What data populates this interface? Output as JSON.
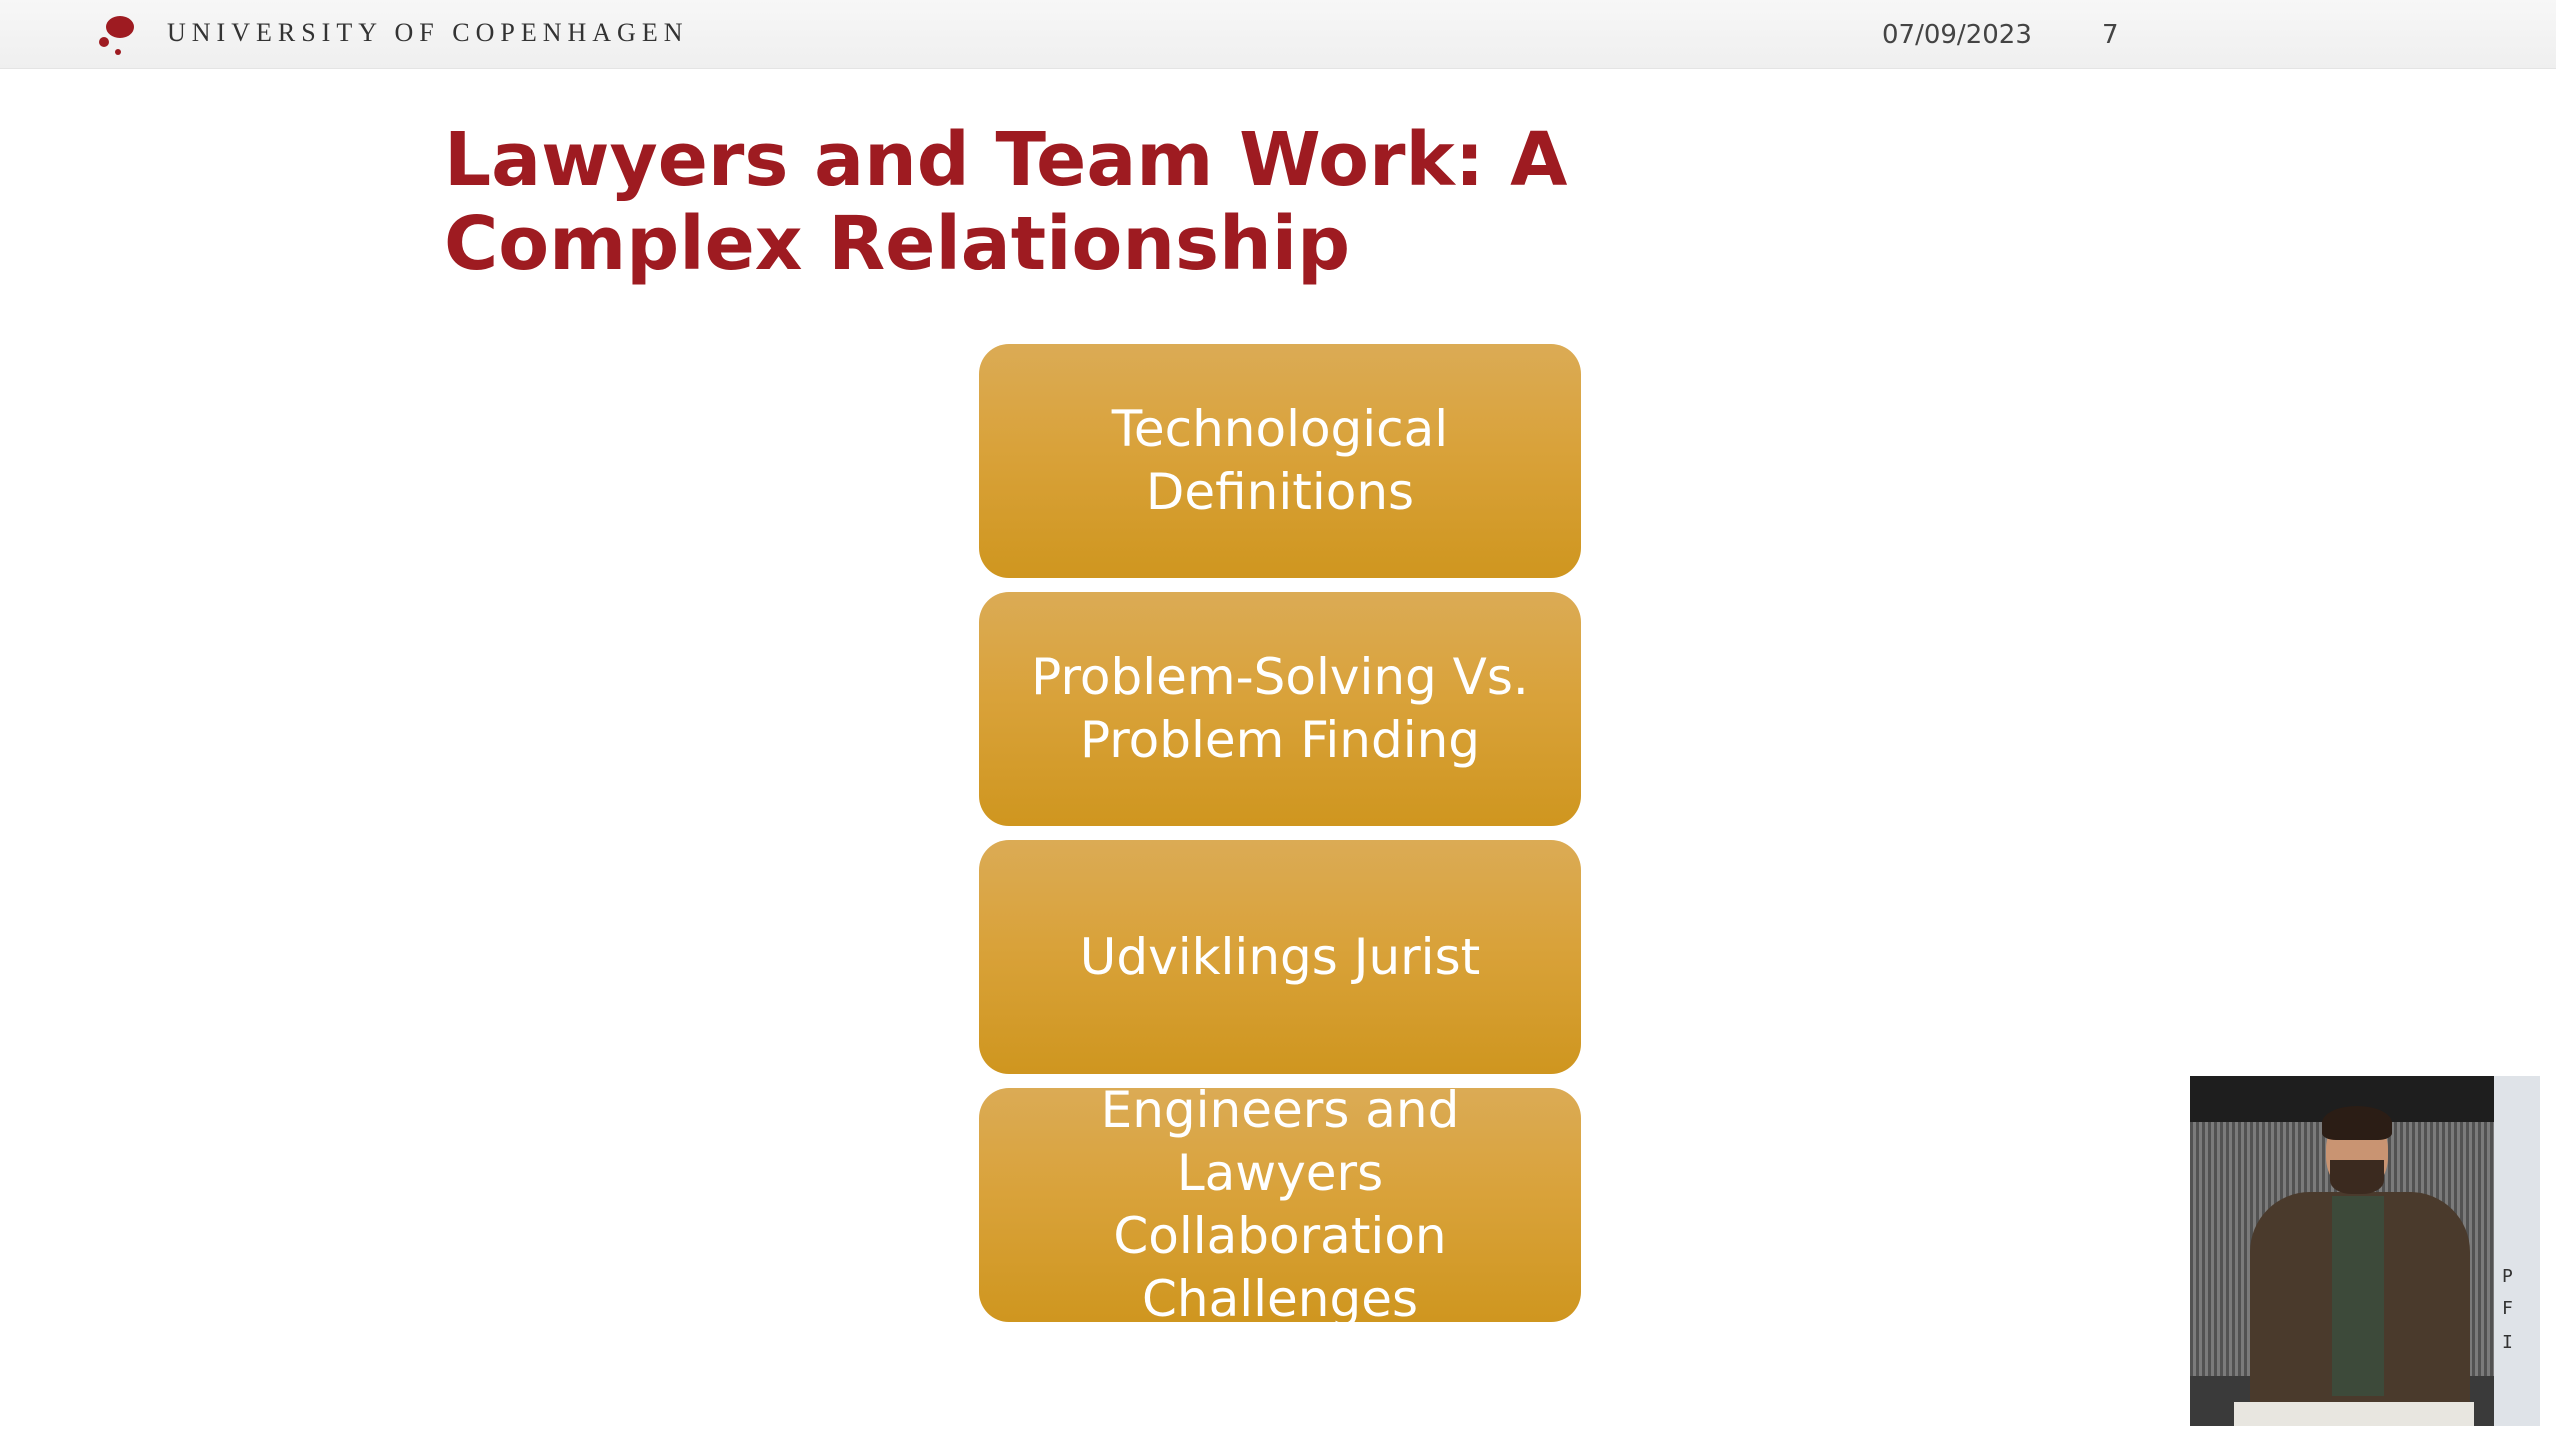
{
  "header": {
    "university": "UNIVERSITY OF COPENHAGEN",
    "date": "07/09/2023",
    "slide_number": "7",
    "logo_icon": "university-logo-icon",
    "accent_color": "#9e1b21"
  },
  "slide": {
    "title": "Lawyers and Team Work: A Complex Relationship",
    "boxes": [
      {
        "label": "Technological\nDefinitions"
      },
      {
        "label": "Problem-Solving Vs.\nProblem Finding"
      },
      {
        "label": "Udviklings Jurist"
      },
      {
        "label": "Engineers and Lawyers\nCollaboration\nChallenges"
      }
    ],
    "box_color": "#d9a23a"
  },
  "video": {
    "screen_glyphs": [
      "P",
      "F",
      "I"
    ]
  }
}
